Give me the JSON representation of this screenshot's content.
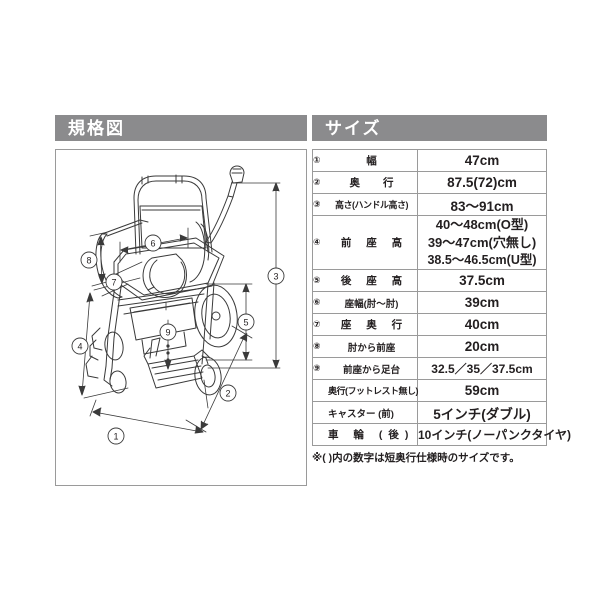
{
  "spec_panel": {
    "header": "規格図",
    "diagram": {
      "alt": "shower-commode-wheelchair-line-drawing",
      "callouts": [
        {
          "id": "1",
          "glyph": "①"
        },
        {
          "id": "2",
          "glyph": "②"
        },
        {
          "id": "3",
          "glyph": "③"
        },
        {
          "id": "4",
          "glyph": "④"
        },
        {
          "id": "5",
          "glyph": "⑤"
        },
        {
          "id": "6",
          "glyph": "⑥"
        },
        {
          "id": "7",
          "glyph": "⑦"
        },
        {
          "id": "8",
          "glyph": "⑧"
        },
        {
          "id": "9",
          "glyph": "⑨"
        }
      ]
    }
  },
  "size_panel": {
    "header": "サイズ",
    "rows": [
      {
        "num": "①",
        "label": "幅",
        "spacing": "spread2",
        "value": "47cm",
        "multiline": false
      },
      {
        "num": "②",
        "label": "奥 行",
        "spacing": "spread2",
        "value": "87.5(72)cm",
        "multiline": false
      },
      {
        "num": "③",
        "label": "高さ(ハンドル高さ)",
        "spacing": "xtight",
        "value": "83〜91cm",
        "multiline": false
      },
      {
        "num": "④",
        "label": "前 座 高",
        "spacing": "spread",
        "multiline": true,
        "value_lines": [
          "40〜48cm(O型)",
          "39〜47cm(穴無し)",
          "38.5〜46.5cm(U型)"
        ]
      },
      {
        "num": "⑤",
        "label": "後 座 高",
        "spacing": "spread",
        "value": "37.5cm",
        "multiline": false
      },
      {
        "num": "⑥",
        "label": "座幅(肘〜肘)",
        "spacing": "tight",
        "value": "39cm",
        "multiline": false
      },
      {
        "num": "⑦",
        "label": "座 奥 行",
        "spacing": "spread",
        "value": "40cm",
        "multiline": false
      },
      {
        "num": "⑧",
        "label": "肘から前座",
        "spacing": "tight",
        "value": "20cm",
        "multiline": false
      },
      {
        "num": "⑨",
        "label": "前座から足台",
        "spacing": "tight",
        "value": "32.5／35／37.5cm",
        "multiline": false
      },
      {
        "num": "",
        "label": "奥行(フットレスト無し)",
        "spacing": "xtight",
        "value": "59cm",
        "multiline": false
      },
      {
        "num": "",
        "label": "キャスター (前)",
        "spacing": "tight",
        "value": "5インチ(ダブル)",
        "multiline": false
      },
      {
        "num": "",
        "label": "車 輪 (後)",
        "spacing": "spread",
        "value": "10インチ(ノーパンクタイヤ)",
        "multiline": false
      }
    ],
    "footnote": "※( )内の数字は短奥行仕様時のサイズです。"
  },
  "colors": {
    "header_bg": "#8b8b8d",
    "header_text": "#ffffff",
    "border": "#9a9a9a",
    "text": "#231f20",
    "page_bg": "#ffffff",
    "line_art": "#3a3a3a"
  }
}
